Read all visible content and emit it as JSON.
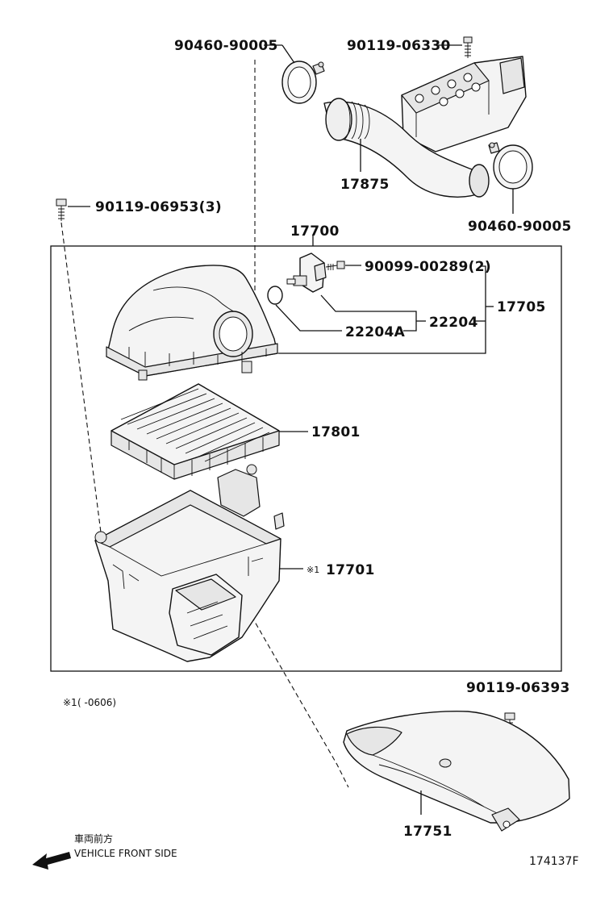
{
  "diagram_id": "174137F",
  "footnote": {
    "mark": "※1",
    "text": "( -0606)"
  },
  "direction_label": {
    "japanese": "車両前方",
    "english": "VEHICLE FRONT SIDE"
  },
  "group_label": "17700",
  "parts": {
    "clamp_top": "90460-90005",
    "bolt_top": "90119-06330",
    "hose": "17875",
    "clamp_right": "90460-90005",
    "bolt_left": "90119-06953(3)",
    "screw_sensor": "90099-00289(2)",
    "cap_assy": "17705",
    "sensor": "22204",
    "gasket": "22204A",
    "filter": "17801",
    "case_mark": "※1",
    "case": "17701",
    "bolt_bottom": "90119-06393",
    "duct": "17751"
  }
}
